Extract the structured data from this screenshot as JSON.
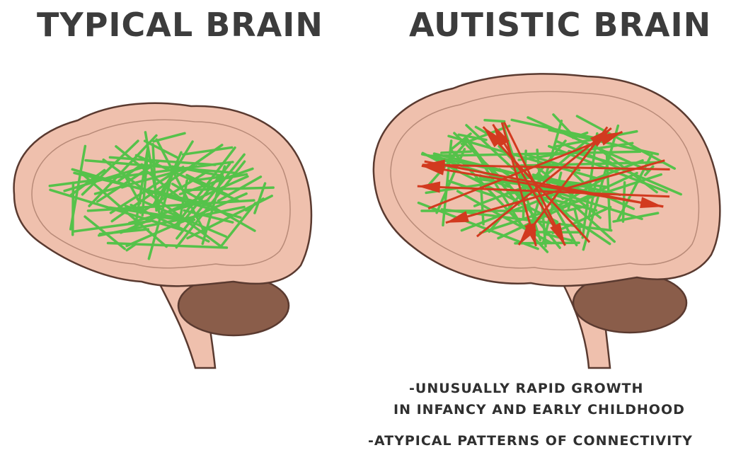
{
  "titles": {
    "left": "TYPICAL BRAIN",
    "right": "AUTISTIC BRAIN"
  },
  "notes": {
    "growth_line1": "-UNUSUALLY RAPID GROWTH",
    "growth_line2": "IN INFANCY AND EARLY CHILDHOOD",
    "connectivity": "-ATYPICAL PATTERNS OF CONNECTIVITY"
  },
  "colors": {
    "brain_fill": "#efc0ad",
    "brain_outline": "#5a3a30",
    "cerebellum": "#8a5d4a",
    "typical_connections": "#55c24a",
    "atypical_connections": "#d23a1f"
  },
  "icons": {
    "left": "typical-brain-icon",
    "right": "autistic-brain-icon"
  }
}
